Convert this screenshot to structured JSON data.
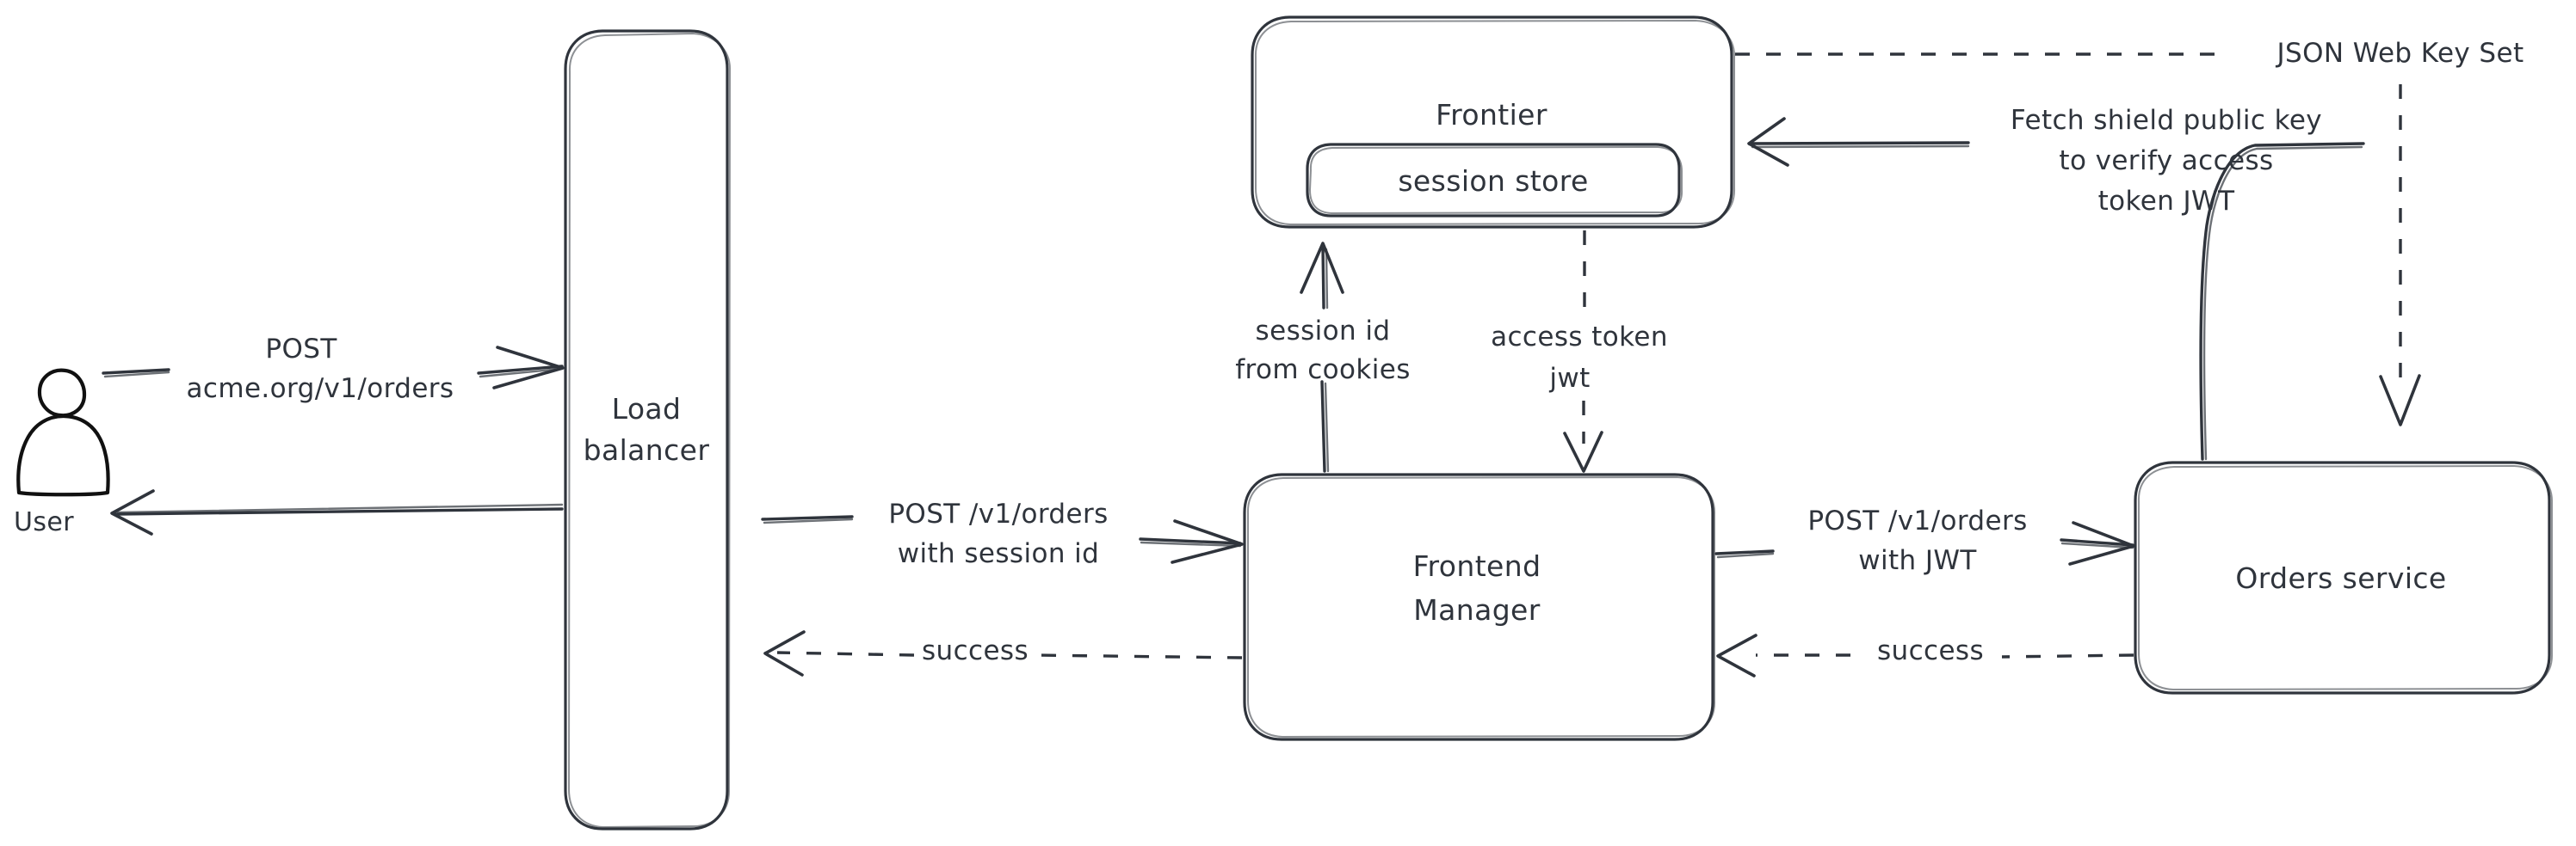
{
  "diagram": {
    "title": "Order request authentication flow",
    "background_color": "#ffffff",
    "stroke_color": "#2f343c",
    "actor_stroke_color": "#111111",
    "style": "hand-drawn"
  },
  "actors": [
    {
      "id": "user",
      "name": "user-actor",
      "label": "User"
    }
  ],
  "nodes": [
    {
      "id": "load-balancer",
      "name": "load-balancer-node",
      "label": "Load\nbalancer",
      "label_line_1": "Load",
      "label_line_2": "balancer"
    },
    {
      "id": "frontier",
      "name": "frontier-node",
      "label": "Frontier"
    },
    {
      "id": "session-store",
      "name": "session-store-node",
      "label": "session store"
    },
    {
      "id": "frontend-manager",
      "name": "frontend-manager-node",
      "label": "Frontend\nManager",
      "label_line_1": "Frontend",
      "label_line_2": "Manager"
    },
    {
      "id": "orders-service",
      "name": "orders-service-node",
      "label": "Orders service"
    }
  ],
  "edges": [
    {
      "id": "user-to-lb",
      "name": "edge-user-to-load-balancer",
      "from": "user",
      "to": "load-balancer",
      "style": "solid",
      "direction": "right",
      "label_line_1": "POST",
      "label_line_2": "acme.org/v1/orders"
    },
    {
      "id": "lb-to-user",
      "name": "edge-load-balancer-to-user",
      "from": "load-balancer",
      "to": "user",
      "style": "solid",
      "direction": "left",
      "label": ""
    },
    {
      "id": "lb-to-fm",
      "name": "edge-load-balancer-to-frontend-manager",
      "from": "load-balancer",
      "to": "frontend-manager",
      "style": "solid",
      "direction": "right",
      "label_line_1": "POST /v1/orders",
      "label_line_2": "with session id"
    },
    {
      "id": "fm-to-lb",
      "name": "edge-frontend-manager-to-load-balancer",
      "from": "frontend-manager",
      "to": "load-balancer",
      "style": "dashed",
      "direction": "left",
      "label": "success"
    },
    {
      "id": "fm-to-frontier",
      "name": "edge-frontend-manager-to-frontier",
      "from": "frontend-manager",
      "to": "frontier",
      "style": "solid",
      "direction": "up",
      "label_line_1": "session id",
      "label_line_2": "from cookies"
    },
    {
      "id": "frontier-to-fm",
      "name": "edge-frontier-to-frontend-manager",
      "from": "frontier",
      "to": "frontend-manager",
      "style": "dashed",
      "direction": "down",
      "label_line_1": "access token",
      "label_line_2": "jwt"
    },
    {
      "id": "fm-to-orders",
      "name": "edge-frontend-manager-to-orders-service",
      "from": "frontend-manager",
      "to": "orders-service",
      "style": "solid",
      "direction": "right",
      "label_line_1": "POST /v1/orders",
      "label_line_2": "with JWT"
    },
    {
      "id": "orders-to-fm",
      "name": "edge-orders-service-to-frontend-manager",
      "from": "orders-service",
      "to": "frontend-manager",
      "style": "dashed",
      "direction": "left",
      "label": "success"
    },
    {
      "id": "orders-to-frontier",
      "name": "edge-orders-service-to-frontier",
      "from": "orders-service",
      "to": "frontier",
      "style": "solid",
      "direction": "left",
      "label_line_1": "Fetch shield public key",
      "label_line_2": "to verify access",
      "label_line_3": "token JWT"
    },
    {
      "id": "frontier-to-orders",
      "name": "edge-frontier-to-orders-service",
      "from": "frontier",
      "to": "orders-service",
      "style": "dashed",
      "direction": "down",
      "label": "JSON Web Key Set"
    }
  ]
}
